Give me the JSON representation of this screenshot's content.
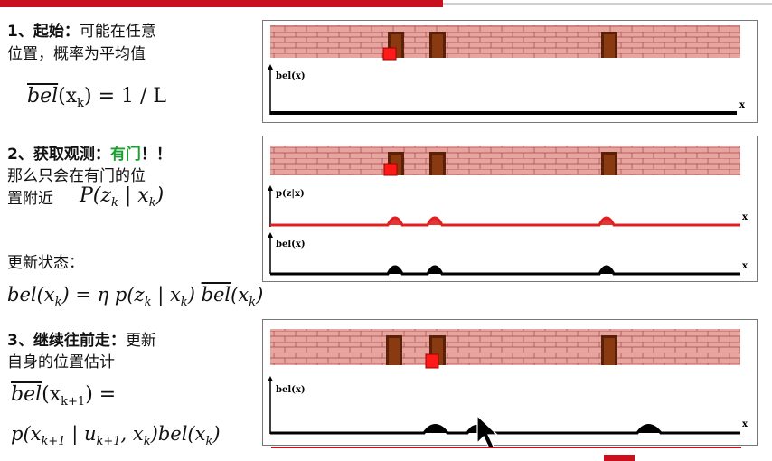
{
  "steps": [
    {
      "num": "1、",
      "title": "起始：",
      "desc_l1": "可能在任意",
      "desc_l2": "位置，概率为平均值"
    },
    {
      "num": "2、",
      "title": "获取观测：",
      "highlight": "有门",
      "bang": "！！",
      "desc_l1": "那么只会在有门的位",
      "desc_l2": "置附近",
      "update_label": "更新状态："
    },
    {
      "num": "3、",
      "title": "继续往前走：",
      "desc_l1": "更新",
      "desc_l2": "自身的位置估计"
    }
  ],
  "formulas": {
    "f1_lhs": "bel",
    "f1_arg": "(x",
    "f1_sub": "k",
    "f1_rest": ") = 1 / L",
    "f2_p": "P(z",
    "f2_sub1": "k",
    "f2_mid": " | x",
    "f2_sub2": "k",
    "f2_end": ")",
    "f3_a": "bel(x",
    "f3_sub1": "k",
    "f3_b": ") = η p(z",
    "f3_sub2": "k",
    "f3_c": " | x",
    "f3_sub3": "k",
    "f3_d": ") ",
    "f3_bel": "bel",
    "f3_e": "(x",
    "f3_sub4": "k",
    "f3_f": ")",
    "f4_bel": "bel",
    "f4_a": "(x",
    "f4_sub": "k+1",
    "f4_b": ") =",
    "f5_a": "p(x",
    "f5_sub1": "k+1",
    "f5_b": " | u",
    "f5_sub2": "k+1",
    "f5_c": ", x",
    "f5_sub3": "k",
    "f5_d": ")bel(x",
    "f5_sub4": "k",
    "f5_e": ")"
  },
  "panels": {
    "p1": {
      "belief_label": "bel(x)",
      "axis_label": "x"
    },
    "p2": {
      "obs_label": "p(z|x)",
      "belief_label": "bel(x)",
      "axis_label": "x"
    },
    "p3": {
      "belief_label": "bel(x)",
      "axis_label": "x"
    }
  },
  "colors": {
    "accent": "#c8101e",
    "highlight": "#19a030",
    "brick": "#e8a5a0",
    "door": "#8a3a10",
    "observation": "#e02020"
  }
}
